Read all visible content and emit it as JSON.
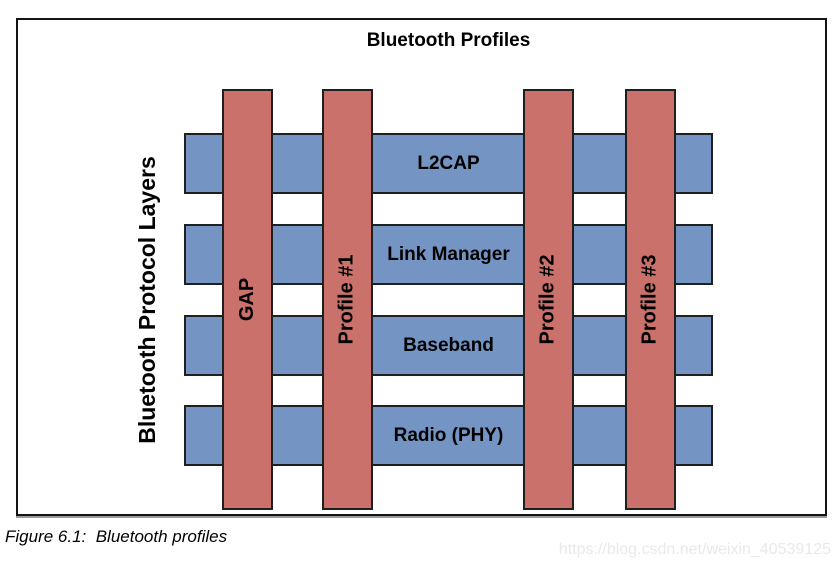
{
  "figure": {
    "title": "Bluetooth Profiles",
    "side_label": "Bluetooth Protocol Layers",
    "layers": [
      "L2CAP",
      "Link Manager",
      "Baseband",
      "Radio (PHY)"
    ],
    "profiles": [
      "GAP",
      "Profile #1",
      "Profile #2",
      "Profile #3"
    ],
    "caption": "Figure 6.1:  Bluetooth profiles",
    "watermark": "https://blog.csdn.net/weixin_40539125",
    "colors": {
      "layer_fill": "#7494c4",
      "profile_fill": "#c9716a",
      "bar_border": "#1f1f1f",
      "frame_border": "#141414",
      "watermark_color": "#e9e9e9"
    }
  }
}
